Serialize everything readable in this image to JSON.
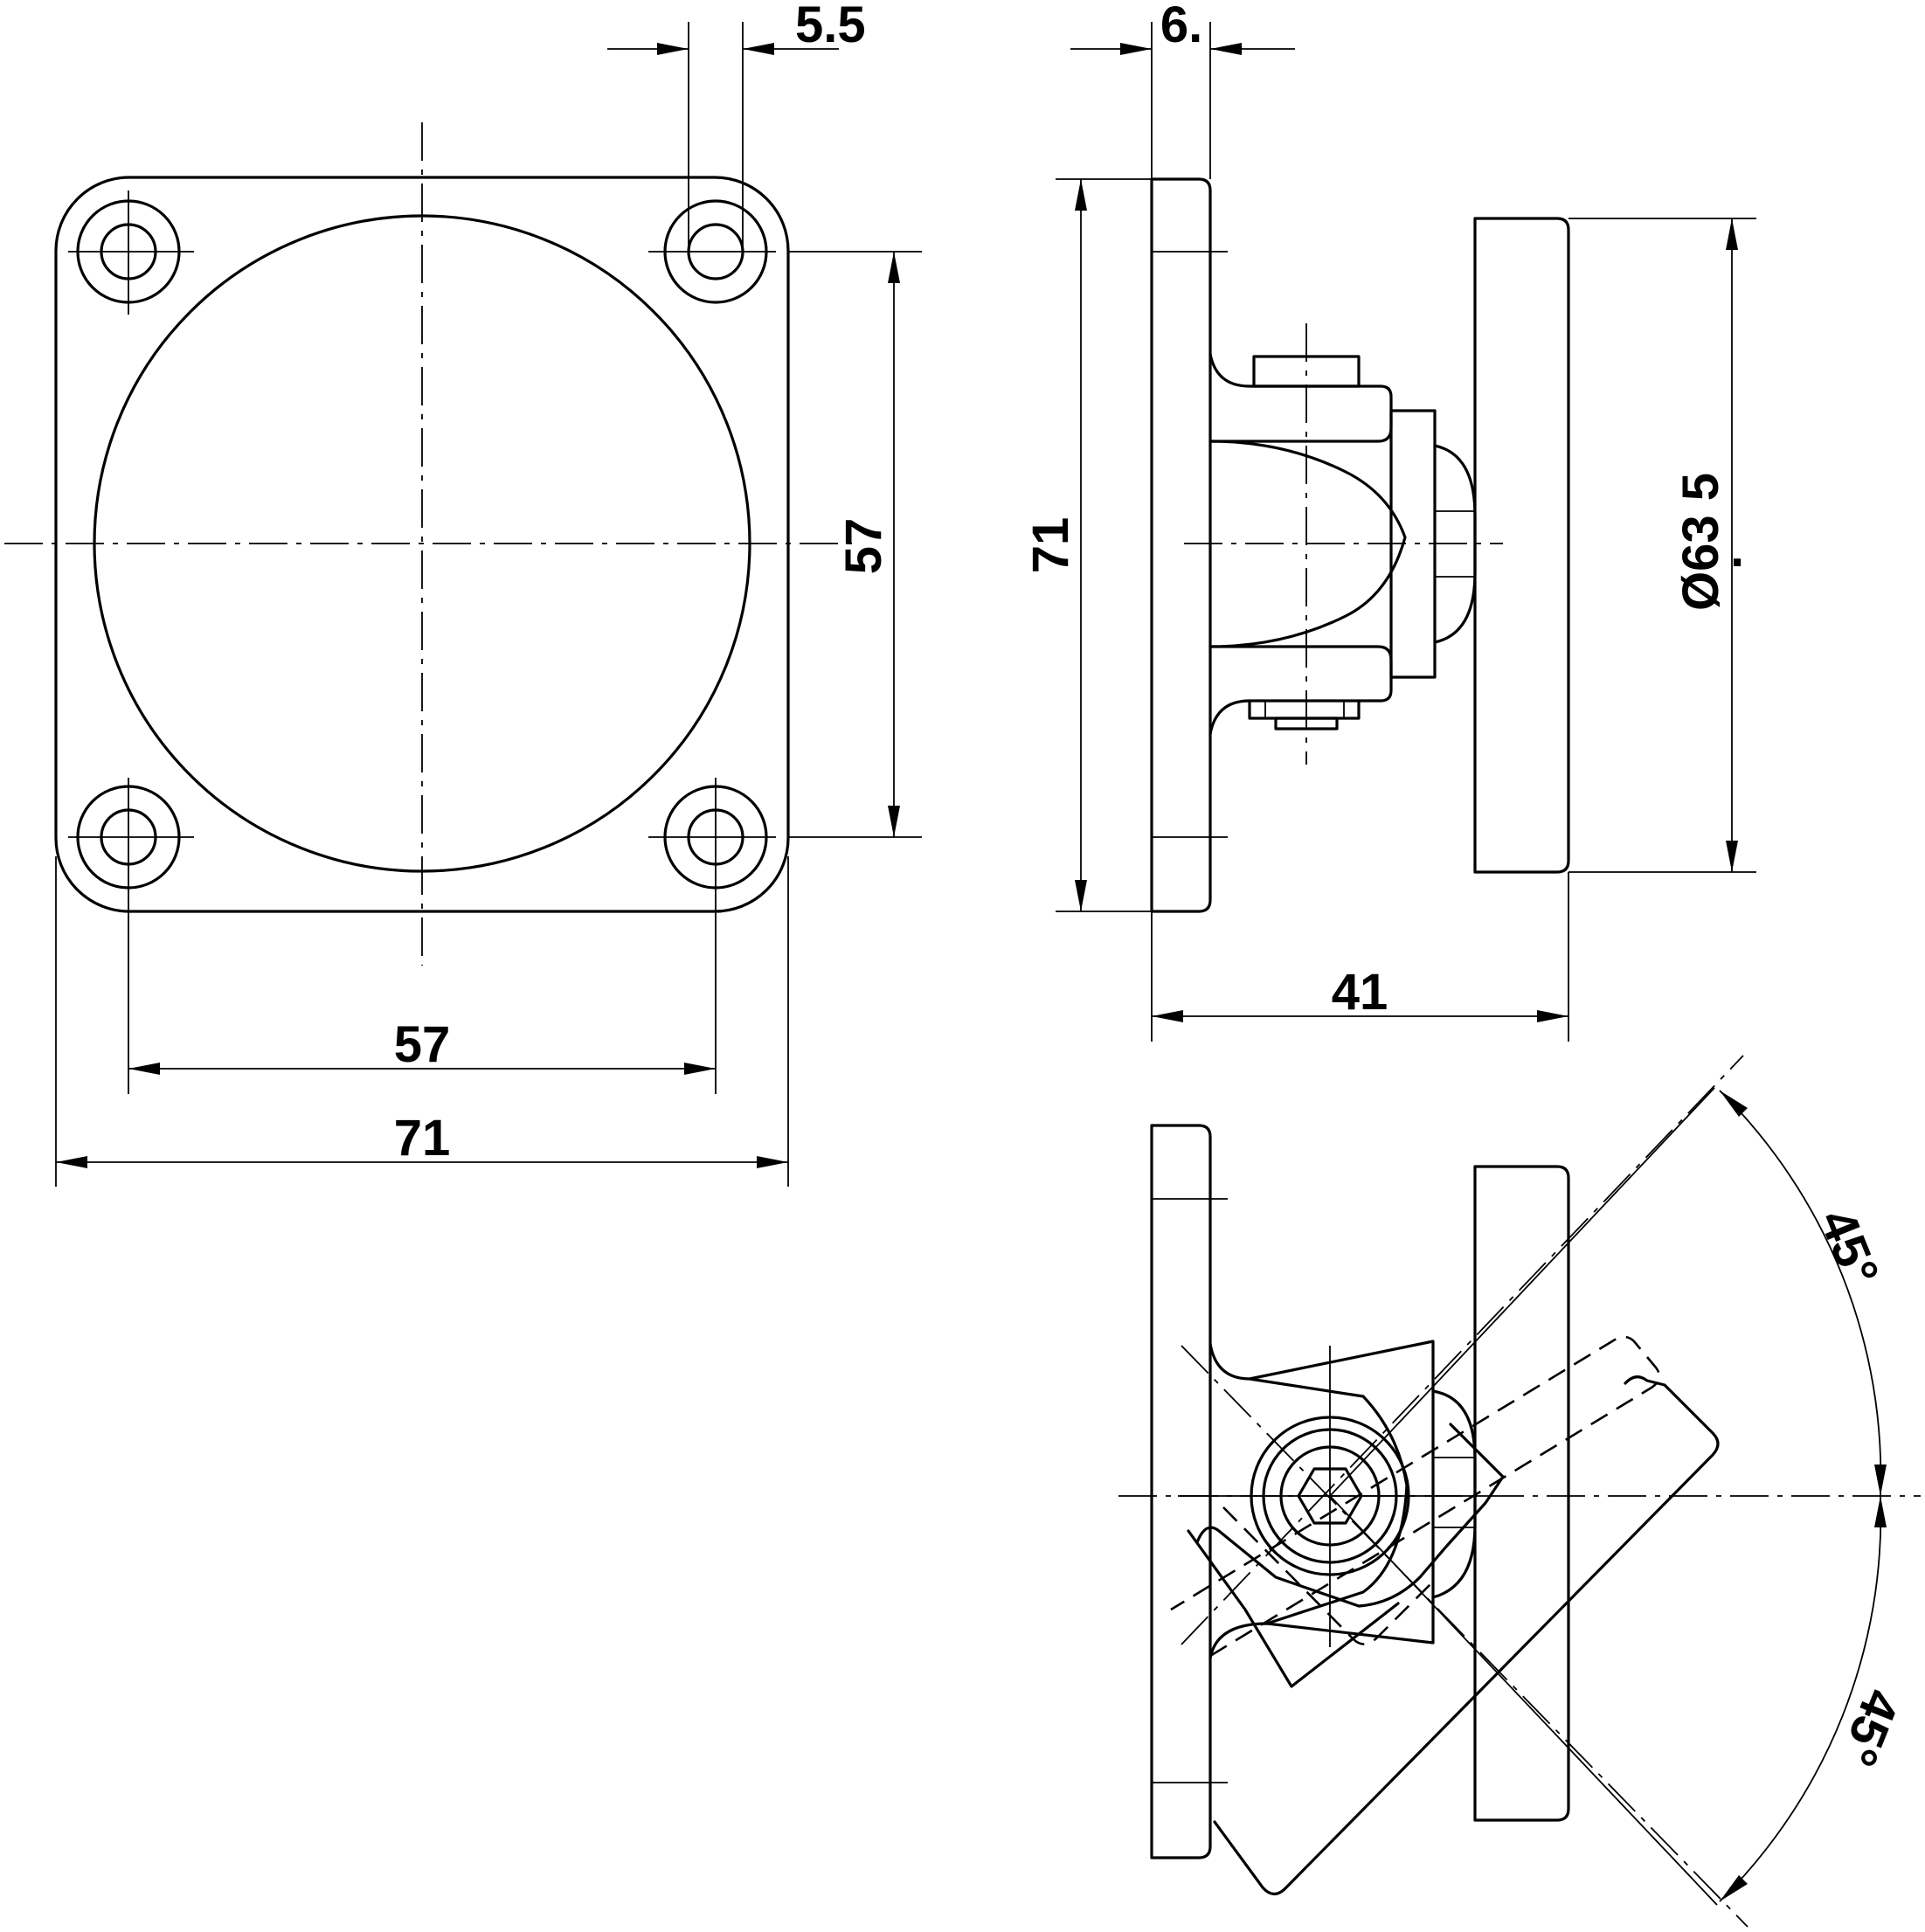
{
  "dimensions": {
    "front_bolt_pitch": "57",
    "front_overall_width": "71",
    "front_bolt_pitch_vertical": "57",
    "front_hole_diameter": "5.5",
    "side_plate_thickness": "6.",
    "side_overall_height": "71",
    "side_overall_depth": "41",
    "side_pad_diameter_a": "Ø63 5",
    "side_pad_diameter_b": ".",
    "tilt_angle_upper": "45°",
    "tilt_angle_lower": "45°"
  }
}
